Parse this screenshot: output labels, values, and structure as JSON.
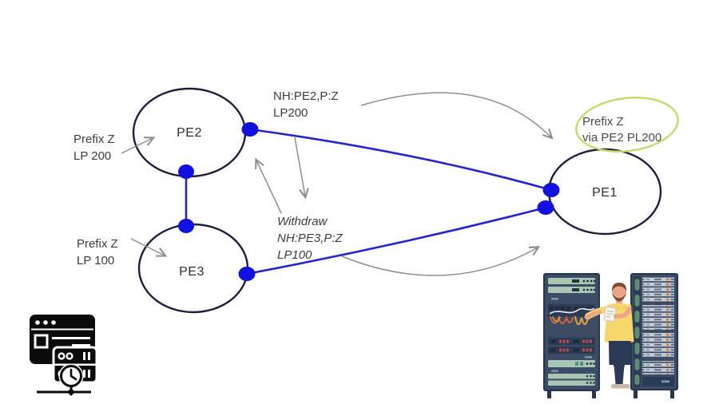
{
  "diagram": {
    "type": "network-topology",
    "nodes": {
      "pe2": {
        "label": "PE2"
      },
      "pe3": {
        "label": "PE3"
      },
      "pe1": {
        "label": "PE1"
      }
    },
    "annotations": {
      "pe2_prefix": {
        "line1": "Prefix Z",
        "line2": "LP 200"
      },
      "pe3_prefix": {
        "line1": "Prefix Z",
        "line2": "LP 100"
      },
      "advertisement": {
        "line1": "NH:PE2,P:Z",
        "line2": "LP200"
      },
      "withdraw": {
        "line1": "Withdraw",
        "line2": "NH:PE3,P:Z",
        "line3": "LP100"
      },
      "pe1_route": {
        "line1": "Prefix Z",
        "line2": "via PE2 PL200"
      }
    },
    "links": [
      {
        "from": "PE2",
        "to": "PE3"
      },
      {
        "from": "PE2",
        "to": "PE1"
      },
      {
        "from": "PE3",
        "to": "PE1"
      }
    ],
    "icons": {
      "bottom_left": "network-server-clock-icon",
      "bottom_right": "engineer-with-server-racks-illustration"
    },
    "colors": {
      "background": "#ffffff",
      "node_stroke": "#1b1f3d",
      "link_blue": "#2323cf",
      "dot_blue": "#1212e0",
      "arrow_gray": "#8a8f96",
      "highlight_green": "#c6d96a",
      "text": "#3c3c3c",
      "icon_black": "#0b0b0b",
      "rack_navy": "#3c4c64",
      "rack_dark": "#2c3b55",
      "server_bar_green": "#a9c6b3",
      "cable_orange": "#cd5f3c",
      "cable_yellow": "#dca33f",
      "shirt_yellow": "#f7d76c",
      "skin": "#eba589",
      "hair_brown": "#7d4a2e",
      "pants_navy": "#2b3a55"
    }
  }
}
